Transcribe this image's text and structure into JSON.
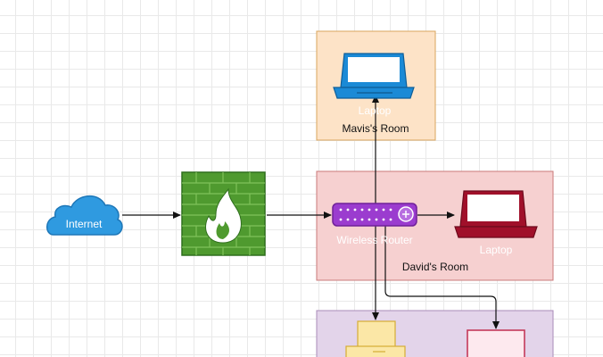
{
  "nodes": {
    "internet": {
      "label": "Internet",
      "color": "#2f9ae0"
    },
    "firewall": {
      "color": "#4f9a2f"
    },
    "router": {
      "label": "Wireless Router",
      "color": "#9b3ccf"
    },
    "laptop_top": {
      "label": "Laptop",
      "color": "#1b8ad6"
    },
    "laptop_right": {
      "label": "Laptop",
      "color": "#a0102a"
    }
  },
  "rooms": [
    {
      "name": "Mavis's Room",
      "fill": "#fde3c7",
      "stroke": "#d9a65e"
    },
    {
      "name": "David's Room",
      "fill": "#f6d0d0",
      "stroke": "#c97a7a"
    },
    {
      "name": "",
      "fill": "#e3d4ea",
      "stroke": "#a98bb8"
    }
  ]
}
